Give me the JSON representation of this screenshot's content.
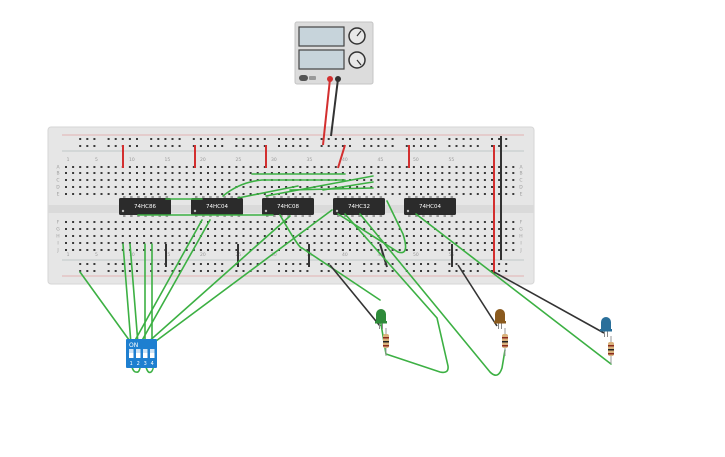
{
  "power_supply": {
    "colors": {
      "body": "#dcdcdc",
      "screen": "#c7d4db",
      "positive": "#d32f2f",
      "negative": "#333333"
    }
  },
  "breadboard": {
    "column_labels": [
      "1",
      "5",
      "10",
      "15",
      "20",
      "25",
      "30",
      "35",
      "40",
      "45",
      "50",
      "55"
    ],
    "row_labels_top": [
      "A",
      "B",
      "C",
      "D",
      "E"
    ],
    "row_labels_bottom": [
      "F",
      "G",
      "H",
      "I",
      "J"
    ],
    "colors": {
      "board": "#e6e6e6",
      "hole": "#3a3a3a",
      "rail_red": "#e06060",
      "rail_black": "#333333"
    }
  },
  "chips": [
    {
      "id": "chip-1",
      "label": "74HC86"
    },
    {
      "id": "chip-2",
      "label": "74HC04"
    },
    {
      "id": "chip-3",
      "label": "74HC08"
    },
    {
      "id": "chip-4",
      "label": "74HC32"
    },
    {
      "id": "chip-5",
      "label": "74HC04"
    }
  ],
  "dip_switch": {
    "header": "ON",
    "positions": [
      "1",
      "2",
      "3",
      "4"
    ],
    "colors": {
      "body": "#1e7fd0"
    }
  },
  "leds": [
    {
      "name": "led-green",
      "color": "#2e8b3a"
    },
    {
      "name": "led-orange",
      "color": "#8a5a1e"
    },
    {
      "name": "led-blue",
      "color": "#2a6f9a"
    }
  ],
  "wire_colors": {
    "signal": "#3cb043",
    "power": "#d32f2f",
    "ground": "#333333"
  }
}
